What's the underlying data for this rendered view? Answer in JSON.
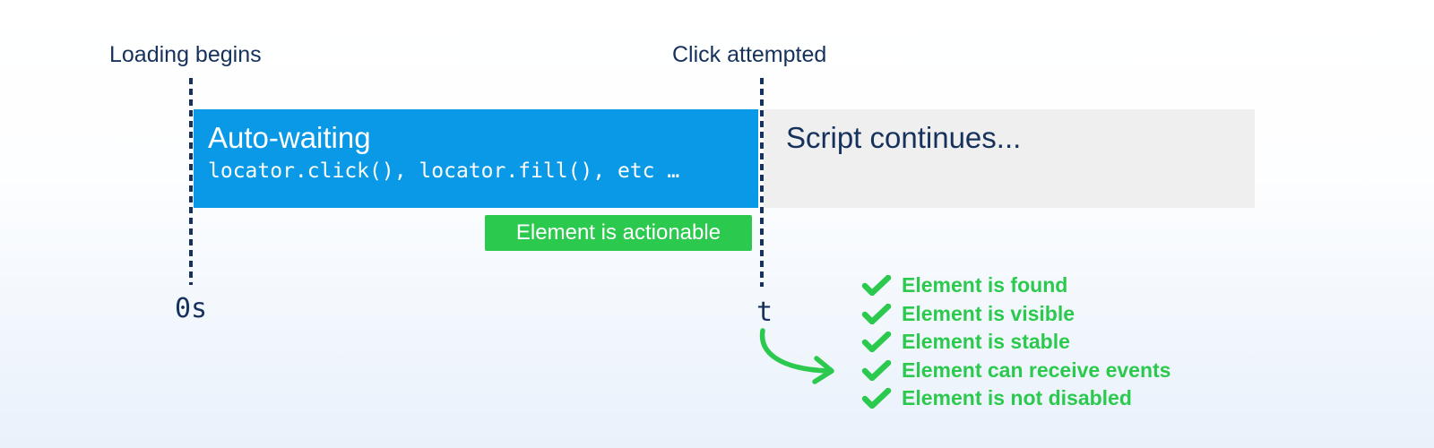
{
  "figure": {
    "annotations": {
      "loading_begins": "Loading begins",
      "click_attempted": "Click attempted",
      "time_start": "0s",
      "time_click": "t"
    },
    "auto_wait_bar": {
      "title": "Auto-waiting",
      "code": "locator.click(), locator.fill(), etc …"
    },
    "script_bar": {
      "title": "Script continues..."
    },
    "badge": {
      "label": "Element is actionable"
    },
    "checklist": {
      "items": [
        "Element is found",
        "Element is visible",
        "Element is stable",
        "Element can receive events",
        "Element is not disabled"
      ]
    },
    "icons": {
      "check": "✔",
      "arrow": "curved-right-arrow"
    },
    "colors": {
      "accent_blue": "#0a99e7",
      "accent_green": "#2bc94d",
      "navy_text": "#16325c",
      "bar_gray": "#efefef",
      "background_top": "#ffffff",
      "background_bottom": "#e9f1fb"
    }
  }
}
